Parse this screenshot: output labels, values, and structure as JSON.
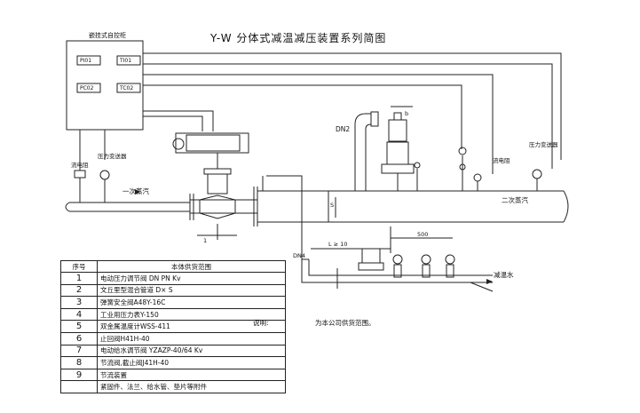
{
  "title": "Y-W 分体式减温减压装置系列简图",
  "panel": {
    "title": "嵌挂式自控柜",
    "cells": [
      "PI01",
      "TI01",
      "PC02",
      "TC02"
    ]
  },
  "labels": {
    "flow_meter_left": "流电阻",
    "transmitter_left": "压力变送器",
    "steam_in": "一次蒸汽",
    "steam_out": "二次蒸汽",
    "flow_meter_right": "流电阻",
    "transmitter_right": "压力变送器",
    "dn2": "DN2",
    "dn4": "DN4",
    "dim_b": "b",
    "dim_l": "L ≥ 10",
    "dim_500": "500",
    "dim_1": "1",
    "dim_s": "S",
    "desuper_water": "减温水"
  },
  "table": {
    "header_no": "序号",
    "header_desc": "本体供货范围",
    "rows": [
      {
        "no": "1",
        "desc": "电动压力调节阀 DN  PN  Kv"
      },
      {
        "no": "2",
        "desc": "文丘里型混合管道     D× S"
      },
      {
        "no": "3",
        "desc": "弹簧安全阀A48Y-16C"
      },
      {
        "no": "4",
        "desc": "工业用压力表Y-150"
      },
      {
        "no": "5",
        "desc": "双金属温度计WSS-411"
      },
      {
        "no": "6",
        "desc": "止回阀H41H-40"
      },
      {
        "no": "7",
        "desc": "电动给水调节阀  YZAZP-40/64  Kv"
      },
      {
        "no": "8",
        "desc": "节流阀,截止阀J41H-40"
      },
      {
        "no": "9",
        "desc": "节流装置"
      },
      {
        "no": "",
        "desc": "紧固件、法兰、给水管、垫片等附件"
      }
    ]
  },
  "note": {
    "prefix": "说明:",
    "text": "为本公司供货范围。"
  }
}
